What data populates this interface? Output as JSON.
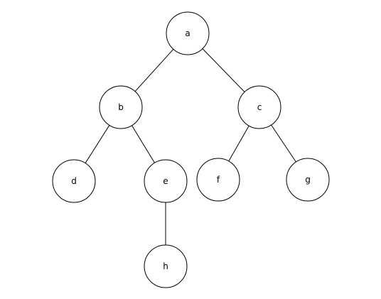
{
  "tree": {
    "nodes": [
      {
        "id": "a",
        "label": "a"
      },
      {
        "id": "b",
        "label": "b"
      },
      {
        "id": "c",
        "label": "c"
      },
      {
        "id": "d",
        "label": "d"
      },
      {
        "id": "e",
        "label": "e"
      },
      {
        "id": "f",
        "label": "f"
      },
      {
        "id": "g",
        "label": "g"
      },
      {
        "id": "h",
        "label": "h"
      }
    ],
    "edges": [
      {
        "from": "a",
        "to": "b"
      },
      {
        "from": "a",
        "to": "c"
      },
      {
        "from": "b",
        "to": "d"
      },
      {
        "from": "b",
        "to": "e"
      },
      {
        "from": "c",
        "to": "f"
      },
      {
        "from": "c",
        "to": "g"
      },
      {
        "from": "e",
        "to": "h"
      }
    ]
  }
}
